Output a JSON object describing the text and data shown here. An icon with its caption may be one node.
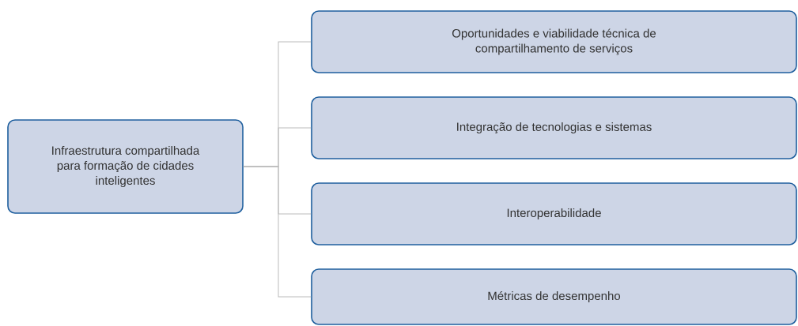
{
  "diagram": {
    "nodes": [
      {
        "text": [
          "Infraestrutura compartilhada para formação de cidades inteligentes"
        ]
      },
      {
        "text": [
          "Oportunidades e viabilidade técnica de compartilhamento de serviços"
        ]
      },
      {
        "text": [
          "Integração de tecnologias e sistemas"
        ]
      },
      {
        "text": [
          "Interoperabilidade"
        ]
      },
      {
        "text": [
          "Métricas de desempenho"
        ]
      }
    ],
    "edges": [
      {
        "from": 0,
        "to": 1,
        "arrow": "none"
      },
      {
        "from": 0,
        "to": 2,
        "arrow": "none"
      },
      {
        "from": 0,
        "to": 3,
        "arrow": "none"
      },
      {
        "from": 0,
        "to": 4,
        "arrow": "none"
      }
    ]
  }
}
